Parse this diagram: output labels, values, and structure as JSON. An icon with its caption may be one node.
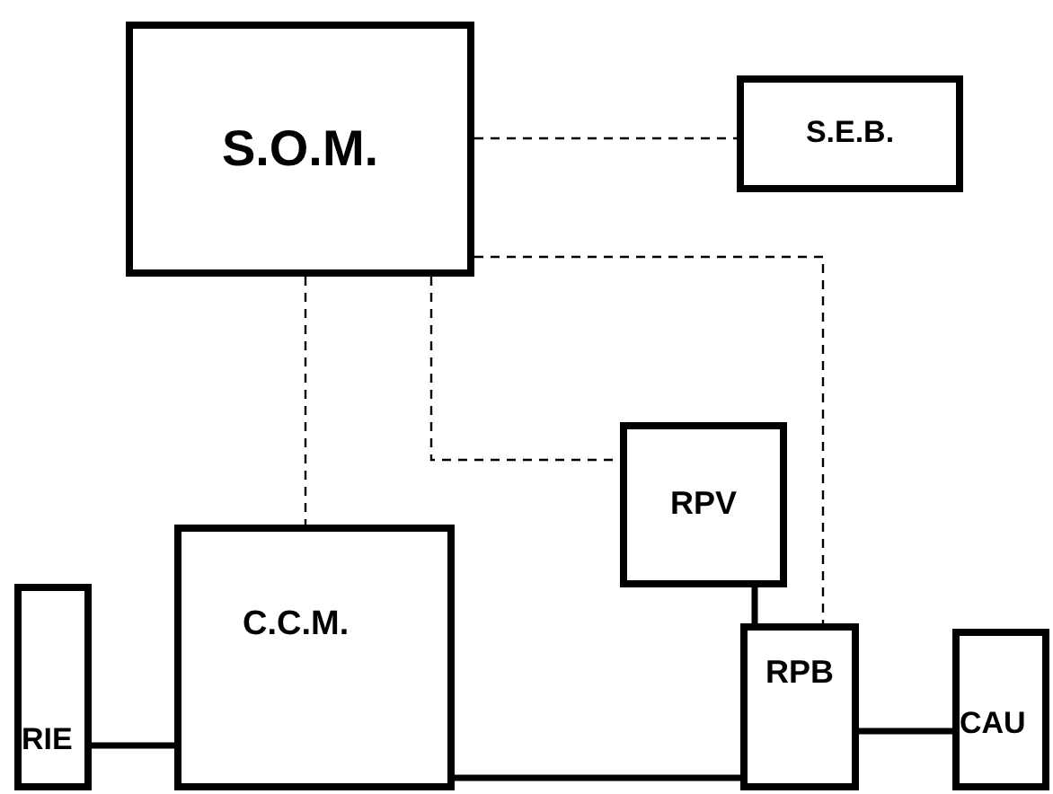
{
  "diagram": {
    "nodes": [
      {
        "text": [
          "S.O.M."
        ]
      },
      {
        "text": [
          "S.E.B."
        ]
      },
      {
        "text": [
          "RPV"
        ]
      },
      {
        "text": [
          "RIE"
        ]
      },
      {
        "text": [
          "C.C.M."
        ]
      },
      {
        "text": [
          "RPB"
        ]
      },
      {
        "text": [
          "CAU"
        ]
      }
    ],
    "edges": [
      {
        "from": 0,
        "to": 1,
        "arrow": "none",
        "style": "dashed"
      },
      {
        "from": 0,
        "to": 5,
        "arrow": "none",
        "style": "dashed"
      },
      {
        "from": 0,
        "to": 2,
        "arrow": "none",
        "style": "dashed"
      },
      {
        "from": 0,
        "to": 4,
        "arrow": "none",
        "style": "dashed"
      },
      {
        "from": 2,
        "to": 5,
        "arrow": "none",
        "style": "thick"
      },
      {
        "from": 3,
        "to": 4,
        "arrow": "none",
        "style": "thick"
      },
      {
        "from": 4,
        "to": 5,
        "arrow": "none",
        "style": "thick"
      },
      {
        "from": 5,
        "to": 6,
        "arrow": "none",
        "style": "thick"
      }
    ]
  }
}
